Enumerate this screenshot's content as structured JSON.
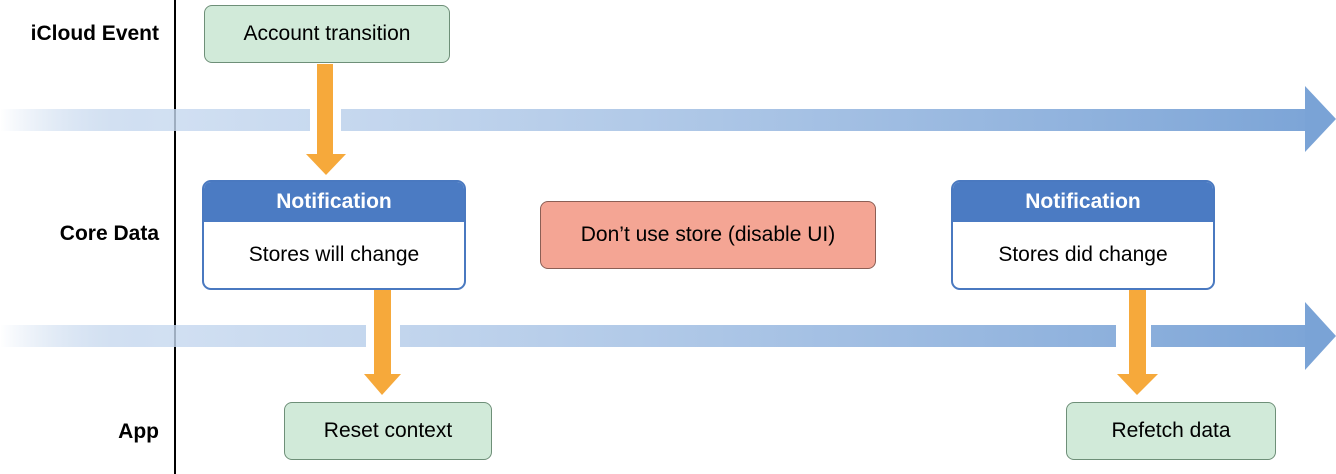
{
  "lanes": {
    "icloud": "iCloud Event",
    "core_data": "Core Data",
    "app": "App"
  },
  "boxes": {
    "account_transition": "Account transition",
    "notification_will": {
      "title": "Notification",
      "body": "Stores will change"
    },
    "dont_use_store": "Don’t use store (disable UI)",
    "notification_did": {
      "title": "Notification",
      "body": "Stores did change"
    },
    "reset_context": "Reset context",
    "refetch_data": "Refetch data"
  },
  "colors": {
    "timeline_blue": "#7aa3d6",
    "event_arrow_orange": "#f6a93b",
    "notification_blue": "#4b7bc3",
    "action_green": "#d1ead9",
    "warning_red": "#f4a594"
  }
}
